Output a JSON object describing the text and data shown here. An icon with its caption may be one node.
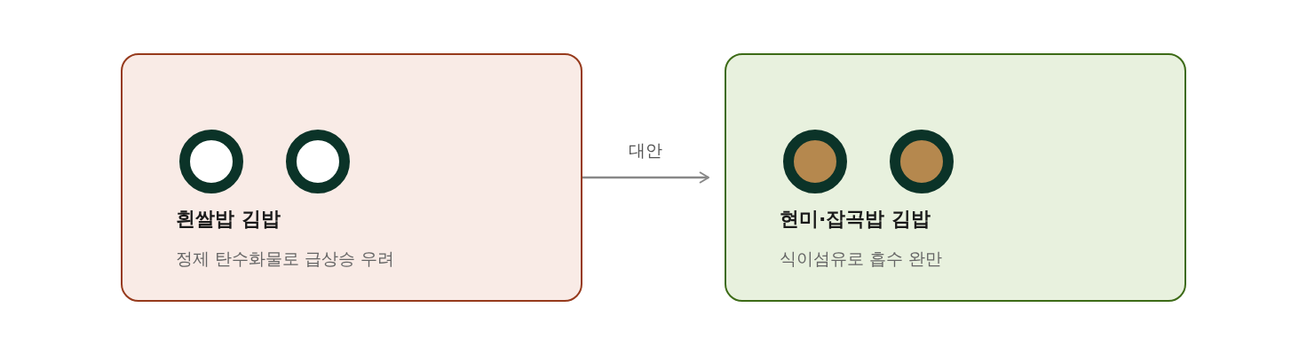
{
  "diagram": {
    "nodes": [
      {
        "text": [
          "흰쌀밥 김밥",
          "정제 탄수화물로 급상승 우려"
        ]
      },
      {
        "text": [
          "현미·잡곡밥 김밥",
          "식이섬유로 흡수 완만"
        ]
      }
    ],
    "edges": [
      {
        "from": 0,
        "to": 1,
        "arrow": "to",
        "label": "대안"
      }
    ]
  }
}
